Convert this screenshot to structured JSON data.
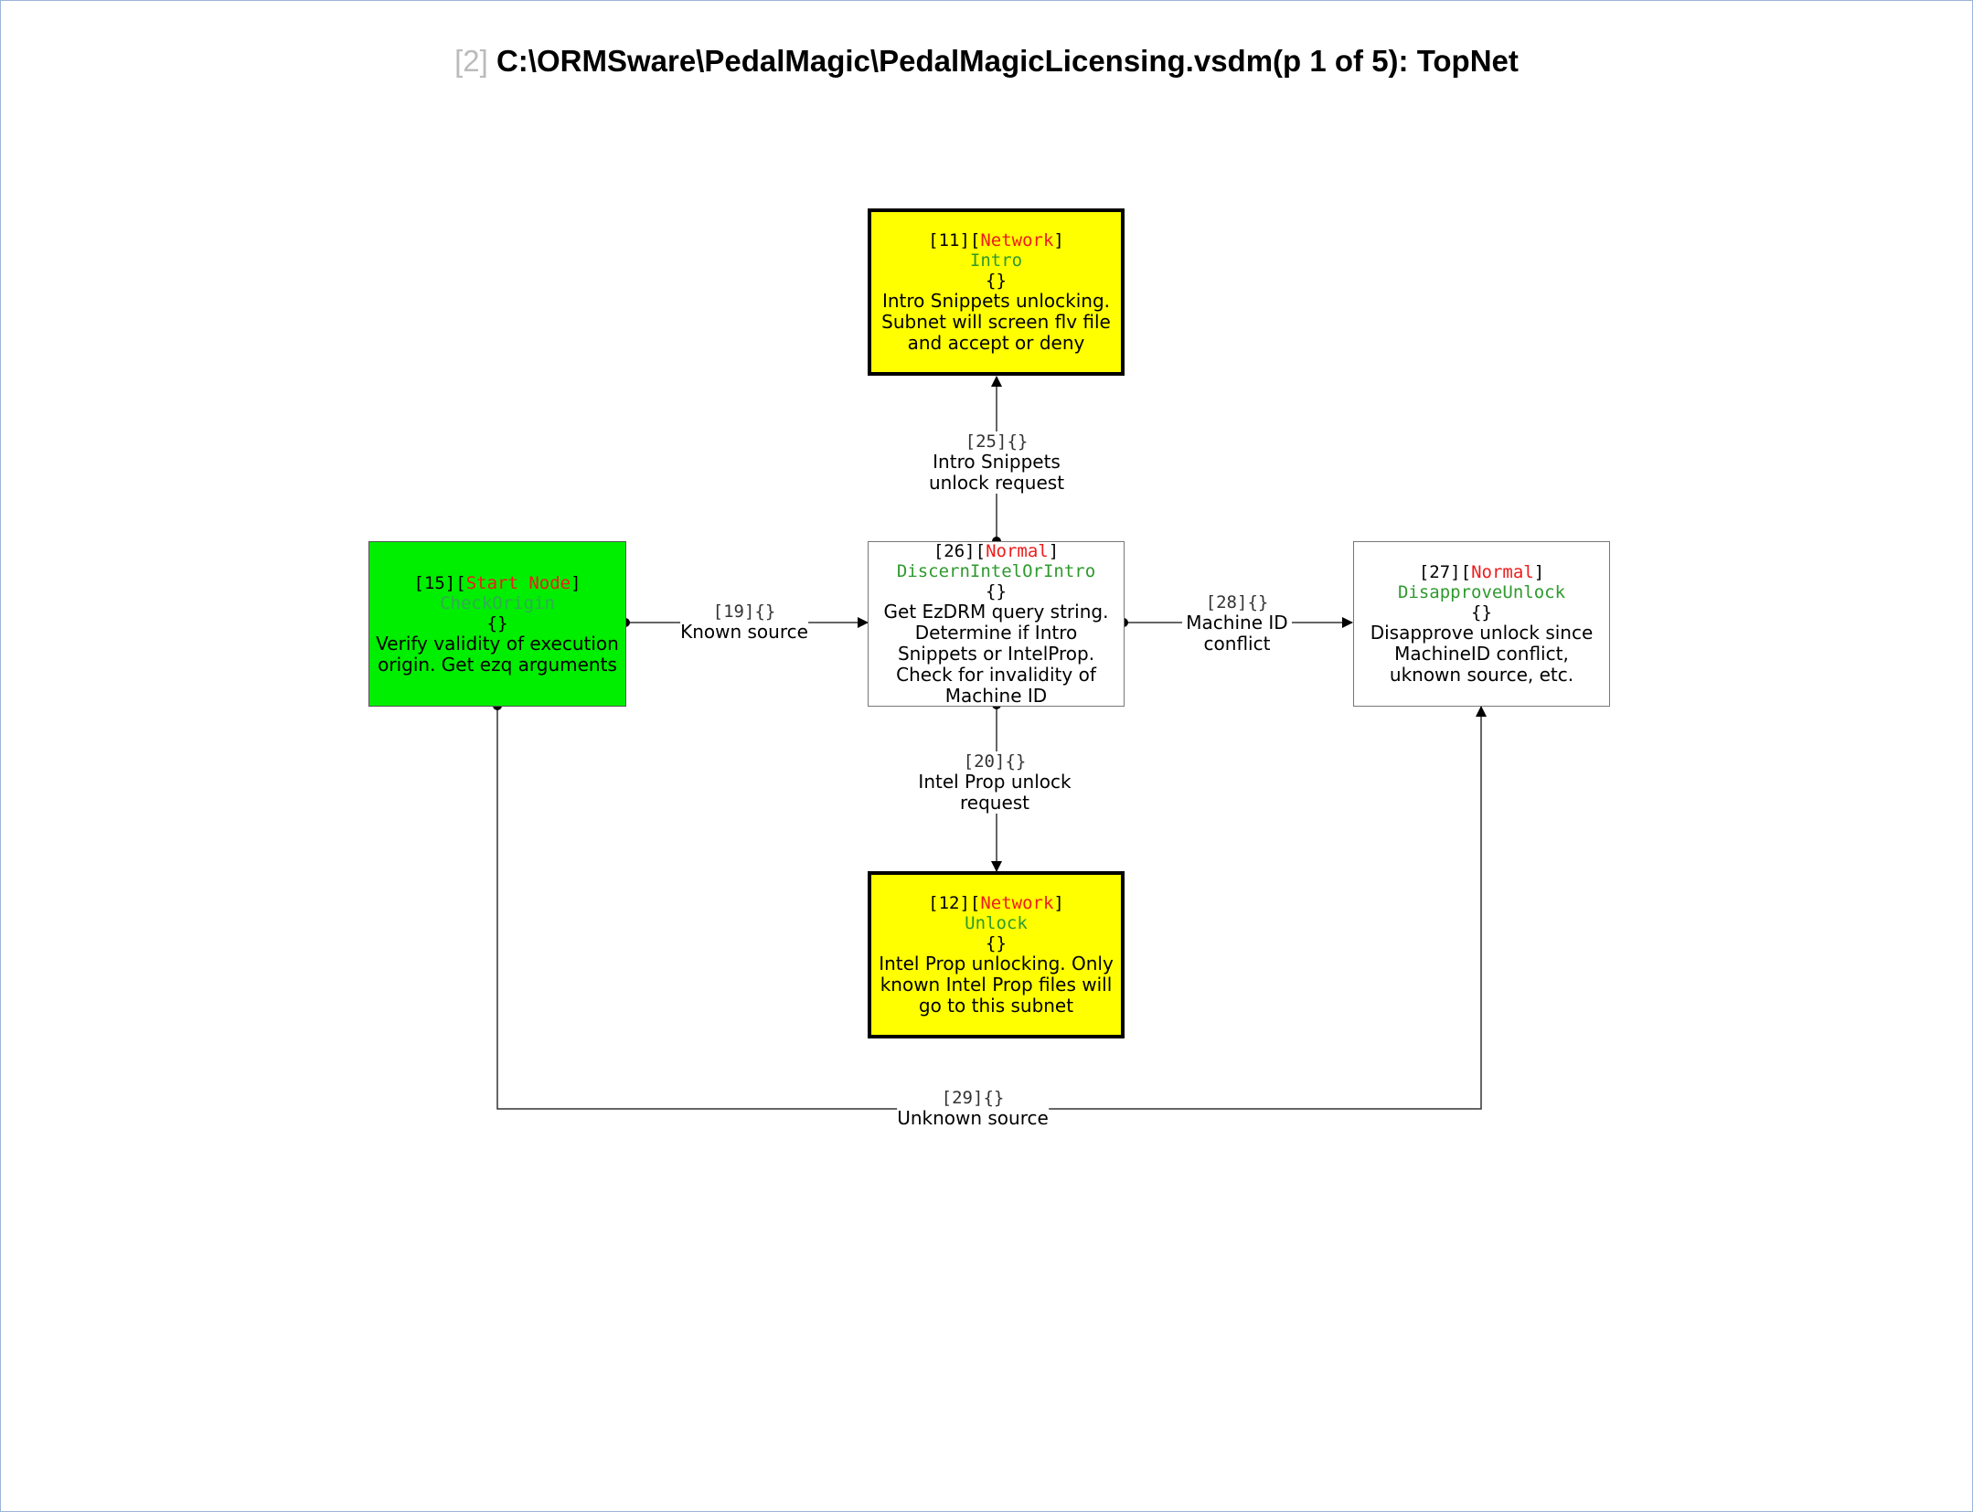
{
  "title": {
    "page_index": "[2]",
    "text": "C:\\ORMSware\\PedalMagic\\PedalMagicLicensing.vsdm(p 1 of 5): TopNet"
  },
  "nodes": {
    "intro": {
      "id": "[11]",
      "type": "Network",
      "name": "Intro",
      "braces": "{}",
      "description": "Intro Snippets unlocking. Subnet will screen flv file and accept or deny"
    },
    "check_origin": {
      "id": "[15]",
      "type": "Start Node",
      "name": "CheckOrigin",
      "braces": "{}",
      "description": "Verify validity of execution origin. Get ezq arguments"
    },
    "discern": {
      "id": "[26]",
      "type": "Normal",
      "name": "DiscernIntelOrIntro",
      "braces": "{}",
      "description": "Get EzDRM query string. Determine if Intro Snippets or IntelProp. Check for invalidity of Machine ID"
    },
    "disapprove": {
      "id": "[27]",
      "type": "Normal",
      "name": "DisapproveUnlock",
      "braces": "{}",
      "description": "Disapprove unlock since MachineID conflict, uknown source, etc."
    },
    "unlock": {
      "id": "[12]",
      "type": "Network",
      "name": "Unlock",
      "braces": "{}",
      "description": "Intel Prop unlocking. Only known Intel Prop files will go to this subnet"
    }
  },
  "edges": {
    "e25": {
      "id": "[25]",
      "braces": "{}",
      "label": "Intro Snippets unlock request"
    },
    "e19": {
      "id": "[19]",
      "braces": "{}",
      "label": "Known source"
    },
    "e28": {
      "id": "[28]",
      "braces": "{}",
      "label": "Machine ID conflict"
    },
    "e20": {
      "id": "[20]",
      "braces": "{}",
      "label": "Intel Prop unlock request"
    },
    "e29": {
      "id": "[29]",
      "braces": "{}",
      "label": "Unknown source"
    }
  }
}
